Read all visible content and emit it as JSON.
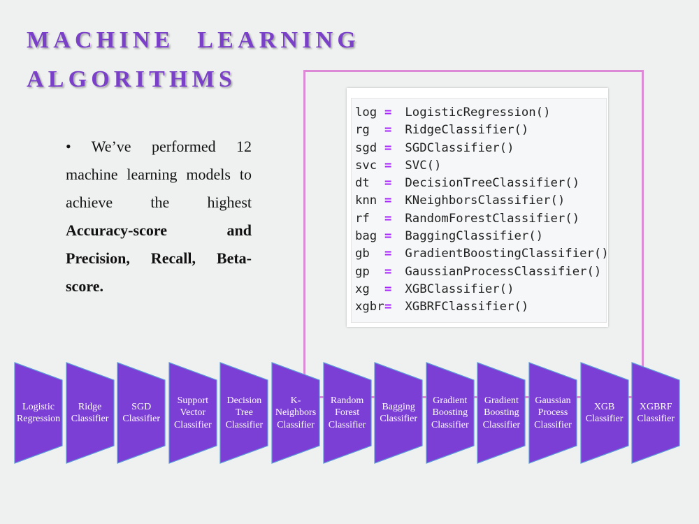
{
  "slide": {
    "title_line1": "MACHINE LEARNING",
    "title_line2": "ALGORITHMS",
    "bullet_prefix": "• We’ve performed 12 machine learning models to achieve the highest ",
    "bullet_bold": "Accuracy-score and Precision, Recall, Beta-score."
  },
  "code": [
    {
      "var": "log",
      "eq": "=",
      "call": "LogisticRegression()"
    },
    {
      "var": "rg",
      "eq": "=",
      "call": "RidgeClassifier()"
    },
    {
      "var": "sgd",
      "eq": "=",
      "call": "SGDClassifier()"
    },
    {
      "var": "svc",
      "eq": "=",
      "call": "SVC()"
    },
    {
      "var": "dt",
      "eq": "=",
      "call": "DecisionTreeClassifier()"
    },
    {
      "var": "knn",
      "eq": "=",
      "call": "KNeighborsClassifier()"
    },
    {
      "var": "rf",
      "eq": "=",
      "call": "RandomForestClassifier()"
    },
    {
      "var": "bag",
      "eq": "=",
      "call": "BaggingClassifier()"
    },
    {
      "var": "gb",
      "eq": "=",
      "call": "GradientBoostingClassifier()"
    },
    {
      "var": "gp",
      "eq": "=",
      "call": "GaussianProcessClassifier()"
    },
    {
      "var": "xg",
      "eq": "=",
      "call": "XGBClassifier()"
    },
    {
      "var": "xgbr",
      "eq": "=",
      "call": "XGBRFClassifier()"
    }
  ],
  "models": [
    "Logistic\nRegression",
    "Ridge\nClassifier",
    "SGD\nClassifier",
    "Support\nVector\nClassifier",
    "Decision\nTree\nClassifier",
    "K-\nNeighbors\nClassifier",
    "Random\nForest\nClassifier",
    "Bagging\nClassifier",
    "Gradient\nBoosting\nClassifier",
    "Gradient\nBoosting\nClassifier",
    "Gaussian\nProcess\nClassifier",
    "XGB\nClassifier",
    "XGBRF\nClassifier"
  ],
  "colors": {
    "title": "#7a40c8",
    "chevron_fill": "#7c3fd6",
    "chevron_stroke": "#5b9bd5",
    "frame": "#dc8ad6",
    "code_operator": "#aa22ff"
  }
}
